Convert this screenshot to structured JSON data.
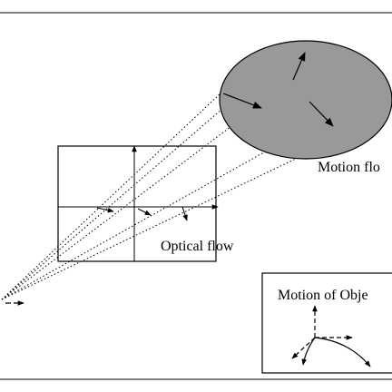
{
  "labels": {
    "motion_flow": "Motion flo",
    "optical_flow": "Optical flow",
    "motion_of_object": "Motion of Obje"
  },
  "colors": {
    "ink": "#000000",
    "ellipse_fill": "#999999",
    "background": "#ffffff"
  }
}
